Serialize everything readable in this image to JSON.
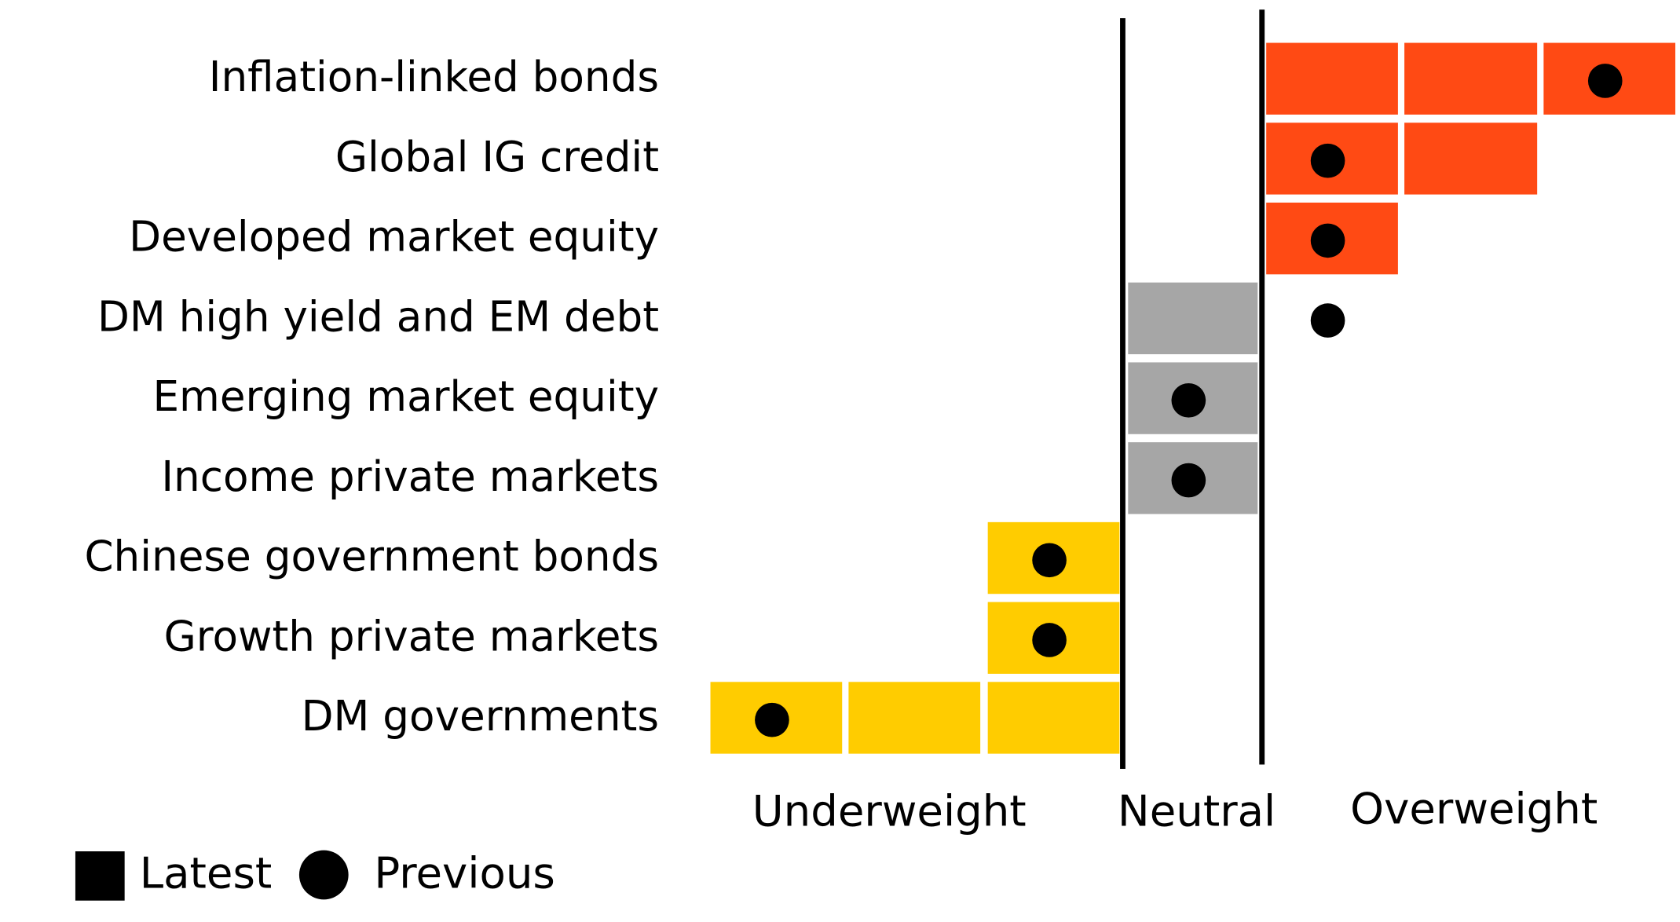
{
  "chart_data": {
    "type": "table",
    "title": "",
    "scale": {
      "min": -3,
      "max": 3,
      "neutral": 0
    },
    "axis_labels": {
      "underweight": "Underweight",
      "neutral": "Neutral",
      "overweight": "Overweight"
    },
    "legend": {
      "latest": "Latest",
      "previous": "Previous",
      "placement": "bottom-left"
    },
    "colors": {
      "overweight": "#ff4a14",
      "neutral": "#a6a6a6",
      "underweight": "#ffcc00",
      "marker": "#000000"
    },
    "categories": [
      "Inflation-linked bonds",
      "Global IG credit",
      "Developed market equity",
      "DM high yield and EM debt",
      "Emerging market equity",
      "Income private markets",
      "Chinese government bonds",
      "Growth private markets",
      "DM governments"
    ],
    "series": [
      {
        "name": "Latest",
        "values": [
          3,
          2,
          1,
          0,
          0,
          0,
          -1,
          -1,
          -3
        ]
      },
      {
        "name": "Previous",
        "values": [
          3,
          1,
          1,
          1,
          0,
          0,
          -1,
          -1,
          -3
        ]
      }
    ]
  }
}
